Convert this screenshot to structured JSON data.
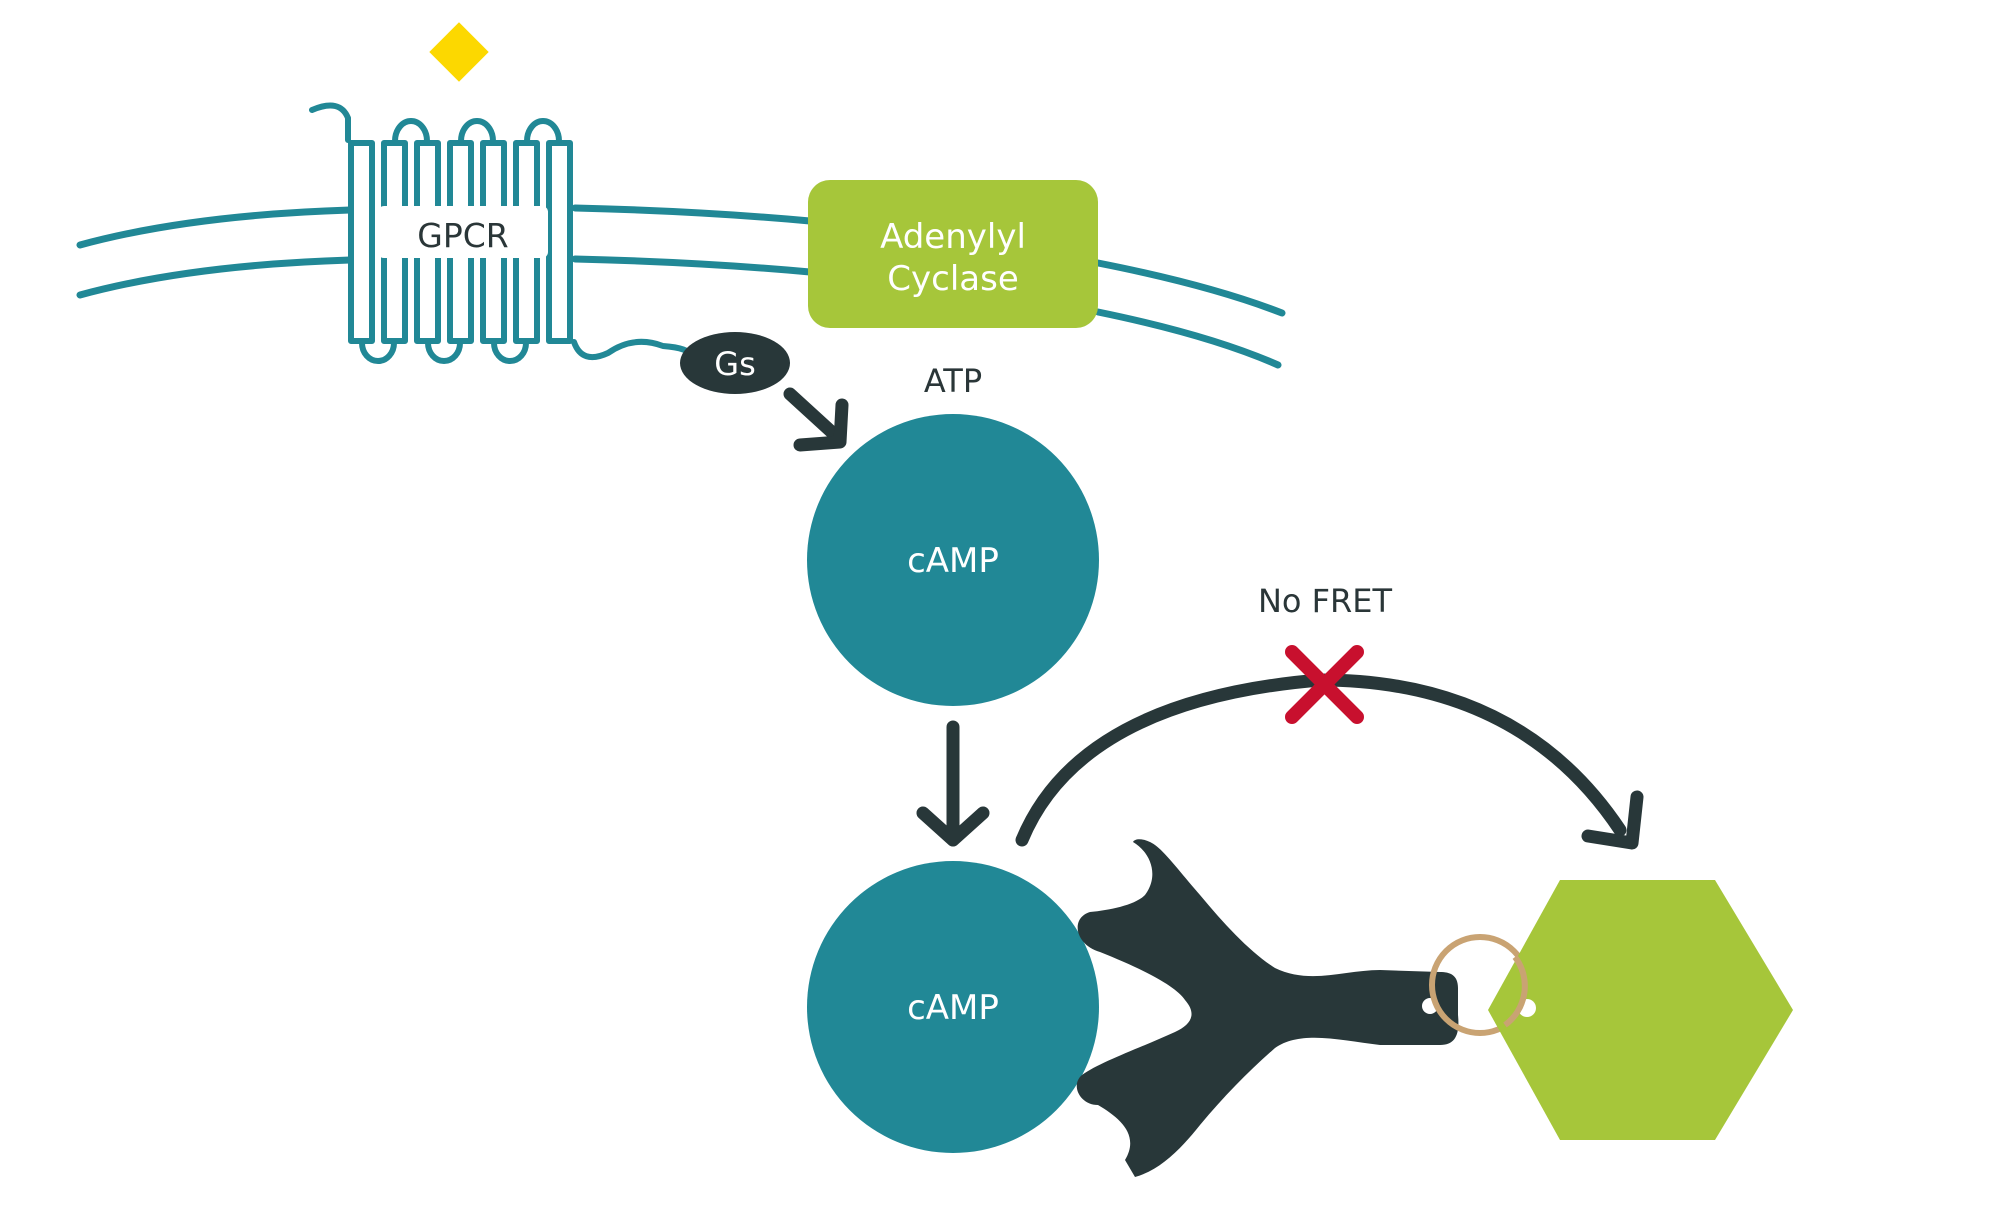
{
  "labels": {
    "gpcr": "GPCR",
    "adenylyl_line1": "Adenylyl",
    "adenylyl_line2": "Cyclase",
    "gs": "Gs",
    "atp": "ATP",
    "camp_top": "cAMP",
    "camp_bottom": "cAMP",
    "no_fret": "No FRET"
  },
  "colors": {
    "teal": "#218896",
    "green": "#a6c63a",
    "dark": "#283739",
    "ligand_yellow": "#fcd800",
    "cross_red": "#c8102e",
    "ring_tan": "#c9a373"
  }
}
